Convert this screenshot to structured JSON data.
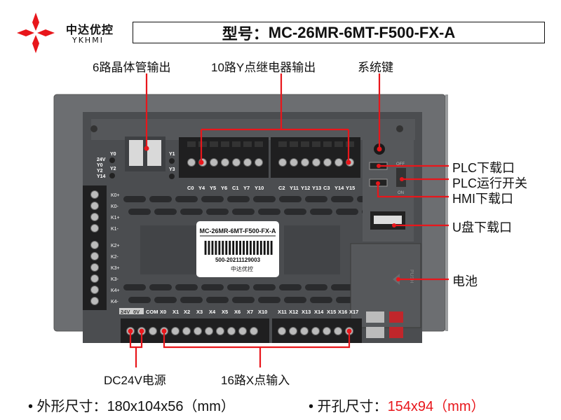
{
  "brand": {
    "name_cn": "中达优控",
    "name_en": "YKHMI",
    "logo_color": "#e8161b"
  },
  "model": {
    "label": "型号：",
    "value": "MC-26MR-6MT-F500-FX-A"
  },
  "callouts": {
    "transistor_output": "6路晶体管输出",
    "relay_output": "10路Y点继电器输出",
    "system_key": "系统键",
    "plc_download": "PLC下载口",
    "plc_run_switch": "PLC运行开关",
    "hmi_download": "HMI下载口",
    "usb_download": "U盘下载口",
    "battery": "电池",
    "power": "DC24V电源",
    "x_input": "16路X点输入"
  },
  "device": {
    "label_model": "MC-26MR-6MT-F500-FX-A",
    "label_serial": "500-20211129003",
    "label_brand": "中达优控",
    "left_small_labels": [
      "24V",
      "Y0",
      "Y2",
      "Y14"
    ],
    "y_small_labels_a": [
      "Y0",
      "Y2"
    ],
    "y_small_labels_b": [
      "Y1",
      "Y3"
    ],
    "relay_terminals": [
      "C0",
      "Y4",
      "Y5",
      "Y6",
      "C1",
      "Y7",
      "Y10",
      "C2",
      "Y11",
      "Y12",
      "Y13",
      "C3",
      "Y14",
      "Y15"
    ],
    "k_terminals": [
      "K0+",
      "K0-",
      "K1+",
      "K1-",
      "K2+",
      "K2-",
      "K3+",
      "K3-",
      "K4+",
      "K4-"
    ],
    "input_terminals": [
      "24V",
      "0V",
      "COM",
      "X0",
      "X1",
      "X2",
      "X3",
      "X4",
      "X5",
      "X6",
      "X7",
      "X10",
      "X11",
      "X12",
      "X13",
      "X14",
      "X15",
      "X16",
      "X17"
    ],
    "switch_off": "OFF",
    "switch_on": "ON",
    "push_label": "PUSH"
  },
  "specs": {
    "outer_label": "• 外形尺寸：",
    "outer_value": "180x104x56（mm）",
    "cutout_label": "• 开孔尺寸：",
    "cutout_value": "154x94（mm）",
    "highlight_color": "#e8161b"
  }
}
